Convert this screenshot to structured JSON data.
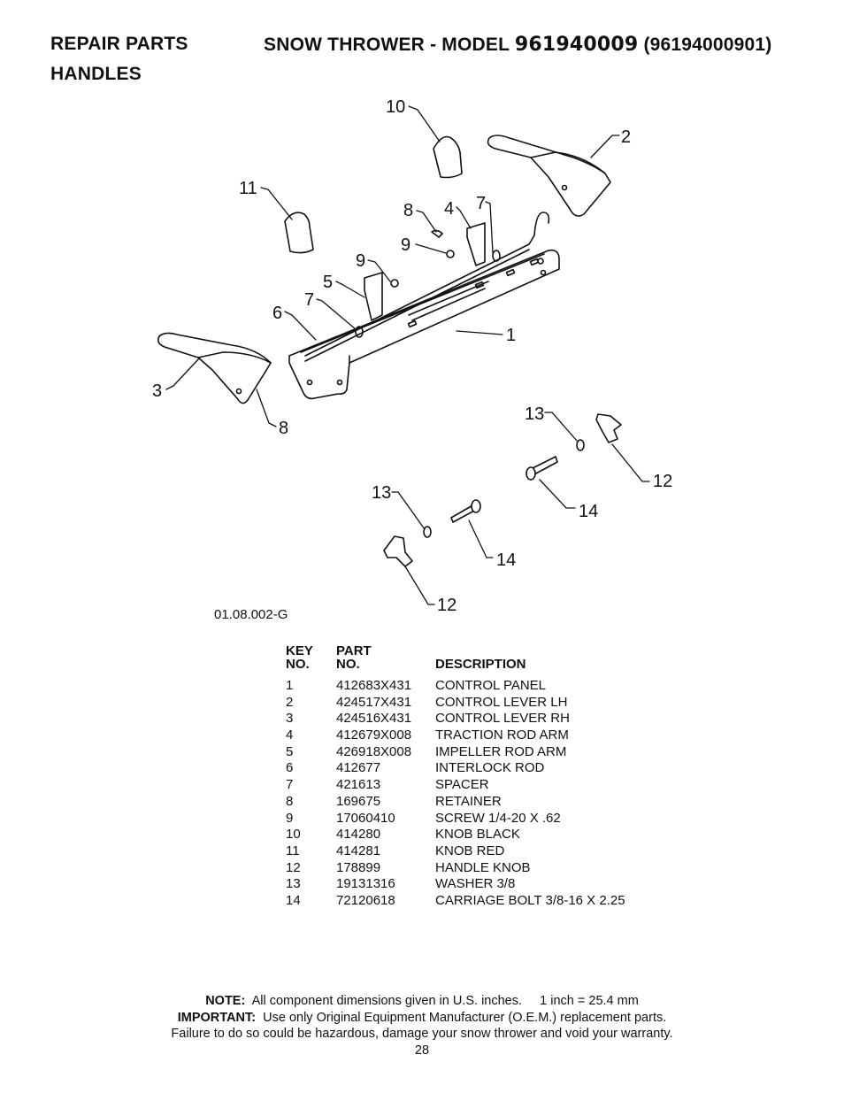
{
  "header": {
    "section": "REPAIR PARTS",
    "product_prefix": "SNOW THROWER - MODEL",
    "model_number": "961940009",
    "model_code": "(96194000901)",
    "subsection": "HANDLES"
  },
  "diagram": {
    "figure_code": "01.08.002-G",
    "callouts": [
      "10",
      "2",
      "11",
      "8",
      "4",
      "7",
      "9",
      "9",
      "5",
      "7",
      "6",
      "1",
      "3",
      "8",
      "13",
      "12",
      "14",
      "13",
      "14",
      "12"
    ]
  },
  "parts_table": {
    "headers": {
      "key_line1": "KEY",
      "key_line2": "NO.",
      "part_line1": "PART",
      "part_line2": "NO.",
      "description": "DESCRIPTION"
    },
    "rows": [
      {
        "key": "1",
        "part": "412683X431",
        "desc": "CONTROL PANEL"
      },
      {
        "key": "2",
        "part": "424517X431",
        "desc": "CONTROL LEVER LH"
      },
      {
        "key": "3",
        "part": "424516X431",
        "desc": "CONTROL LEVER RH"
      },
      {
        "key": "4",
        "part": "412679X008",
        "desc": "TRACTION ROD ARM"
      },
      {
        "key": "5",
        "part": "426918X008",
        "desc": "IMPELLER ROD ARM"
      },
      {
        "key": "6",
        "part": "412677",
        "desc": "INTERLOCK ROD"
      },
      {
        "key": "7",
        "part": "421613",
        "desc": "SPACER"
      },
      {
        "key": "8",
        "part": "169675",
        "desc": "RETAINER"
      },
      {
        "key": "9",
        "part": "17060410",
        "desc": "SCREW 1/4-20 X .62"
      },
      {
        "key": "10",
        "part": "414280",
        "desc": "KNOB BLACK"
      },
      {
        "key": "11",
        "part": "414281",
        "desc": "KNOB RED"
      },
      {
        "key": "12",
        "part": "178899",
        "desc": "HANDLE KNOB"
      },
      {
        "key": "13",
        "part": "19131316",
        "desc": "WASHER 3/8"
      },
      {
        "key": "14",
        "part": "72120618",
        "desc": "CARRIAGE BOLT 3/8-16 X 2.25"
      }
    ]
  },
  "notes": {
    "note_label": "NOTE:",
    "note_text": "All component dimensions given in U.S. inches.     1 inch = 25.4 mm",
    "important_label": "IMPORTANT:",
    "important_text": "Use only Original Equipment Manufacturer (O.E.M.) replacement parts.",
    "warning_text": "Failure to do so could be hazardous, damage your snow thrower and void your warranty.",
    "page_number": "28"
  }
}
